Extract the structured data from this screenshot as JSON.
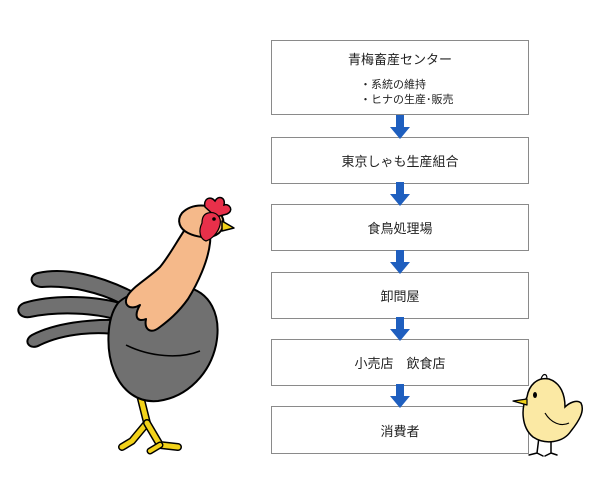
{
  "flow": {
    "steps": [
      {
        "label": "青梅畜産センター",
        "details": [
          "・系統の維持",
          "・ヒナの生産･販売"
        ]
      },
      {
        "label": "東京しゃも生産組合"
      },
      {
        "label": "食鳥処理場"
      },
      {
        "label": "卸問屋"
      },
      {
        "label": "小売店　飲食店"
      },
      {
        "label": "消費者"
      }
    ]
  },
  "colors": {
    "arrow": "#1f5fbf",
    "box_border": "#8a8a8a",
    "rooster_body": "#707070",
    "rooster_neck": "#f5b98a",
    "comb": "#e8304a",
    "chick": "#fbe9a4",
    "beak_legs": "#f2d21a"
  }
}
